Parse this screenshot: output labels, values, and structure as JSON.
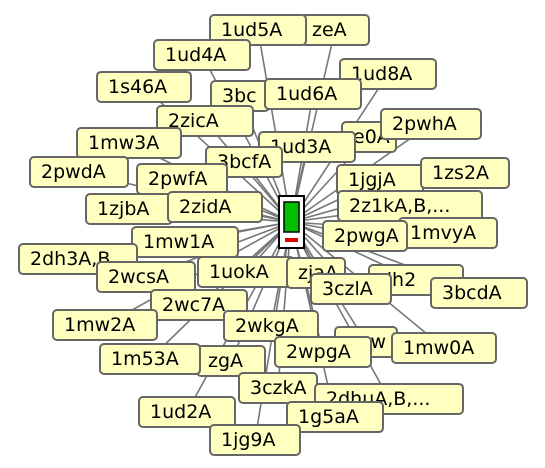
{
  "colors": {
    "edge": "#777777",
    "node_fill": "#ffffc0",
    "node_border": "#666666",
    "hub_fill": "#00c000",
    "hub_accent": "#e00000"
  },
  "hub": {
    "icon": "battery-icon"
  },
  "nodes": [
    {
      "id": "n01",
      "label": "zeA"
    },
    {
      "id": "n02",
      "label": "1ud5A"
    },
    {
      "id": "n03",
      "label": "1ud4A"
    },
    {
      "id": "n04",
      "label": "1ud8A"
    },
    {
      "id": "n05",
      "label": "1s46A"
    },
    {
      "id": "n06",
      "label": "3bc"
    },
    {
      "id": "n07",
      "label": "1ud6A"
    },
    {
      "id": "n08",
      "label": "2zicA"
    },
    {
      "id": "n09",
      "label": "e0A"
    },
    {
      "id": "n10",
      "label": "2pwhA"
    },
    {
      "id": "n11",
      "label": "1mw3A"
    },
    {
      "id": "n12",
      "label": "1ud3A"
    },
    {
      "id": "n13",
      "label": "3bcfA"
    },
    {
      "id": "n14",
      "label": "2pwdA"
    },
    {
      "id": "n15",
      "label": "2pwfA"
    },
    {
      "id": "n16",
      "label": "1jgjA"
    },
    {
      "id": "n17",
      "label": "1zs2A"
    },
    {
      "id": "n18",
      "label": "1zjbA"
    },
    {
      "id": "n19",
      "label": "2zidA"
    },
    {
      "id": "n20",
      "label": "2z1kA,B,..."
    },
    {
      "id": "n21",
      "label": "1mvyA"
    },
    {
      "id": "n22",
      "label": "2pwgA"
    },
    {
      "id": "n23",
      "label": "1mw1A"
    },
    {
      "id": "n24",
      "label": "2dh3A,B"
    },
    {
      "id": "n25",
      "label": "2wcsA"
    },
    {
      "id": "n26",
      "label": "1uokA"
    },
    {
      "id": "n27",
      "label": "zjaA"
    },
    {
      "id": "n28",
      "label": "dh2"
    },
    {
      "id": "n29",
      "label": "3czlA"
    },
    {
      "id": "n30",
      "label": "3bcdA"
    },
    {
      "id": "n31",
      "label": "2wc7A"
    },
    {
      "id": "n32",
      "label": "1mw2A"
    },
    {
      "id": "n33",
      "label": "2wkgA"
    },
    {
      "id": "n34",
      "label": "w"
    },
    {
      "id": "n35",
      "label": "1mw0A"
    },
    {
      "id": "n36",
      "label": "2wpgA"
    },
    {
      "id": "n37",
      "label": "zgA"
    },
    {
      "id": "n38",
      "label": "1m53A"
    },
    {
      "id": "n39",
      "label": "3czkA"
    },
    {
      "id": "n40",
      "label": "2dhuA,B,..."
    },
    {
      "id": "n41",
      "label": "1ud2A"
    },
    {
      "id": "n42",
      "label": "1g5aA"
    },
    {
      "id": "n43",
      "label": "1jg9A"
    }
  ]
}
